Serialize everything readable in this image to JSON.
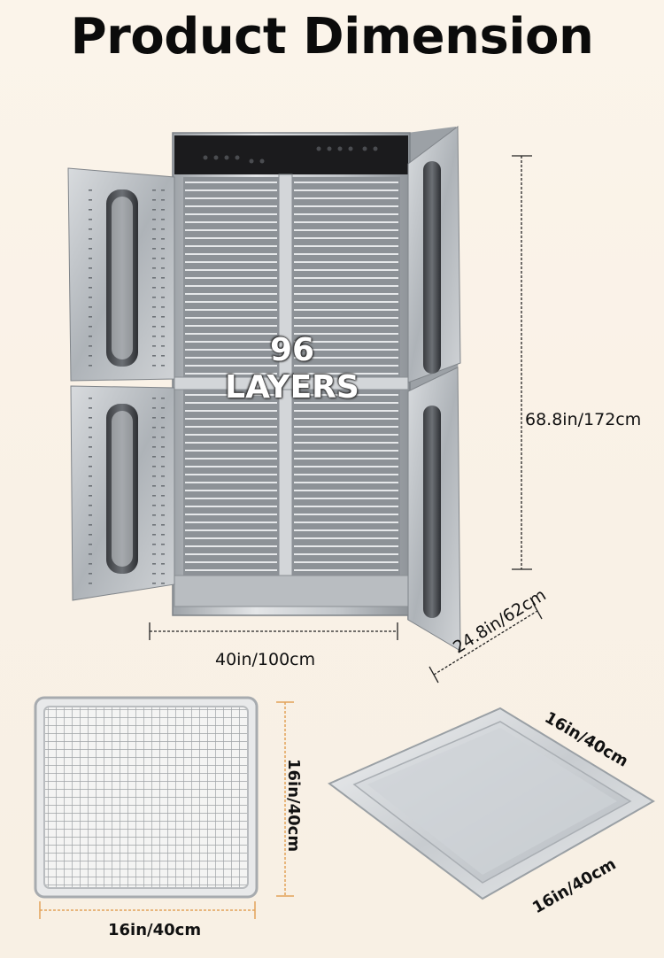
{
  "title": "Product Dimension",
  "badge": {
    "number": "96",
    "text": "LAYERS"
  },
  "dimensions": {
    "height": "68.8in/172cm",
    "width": "40in/100cm",
    "depth": "24.8in/62cm",
    "mesh_tray_height": "16in/40cm",
    "mesh_tray_width": "16in/40cm",
    "solid_tray_top": "16in/40cm",
    "solid_tray_bottom": "16in/40cm"
  },
  "colors": {
    "background": "#faf2e7",
    "steel": "#c9ccd0",
    "dark_panel": "#1b1b1d",
    "guide_orange": "#e2a25a"
  }
}
